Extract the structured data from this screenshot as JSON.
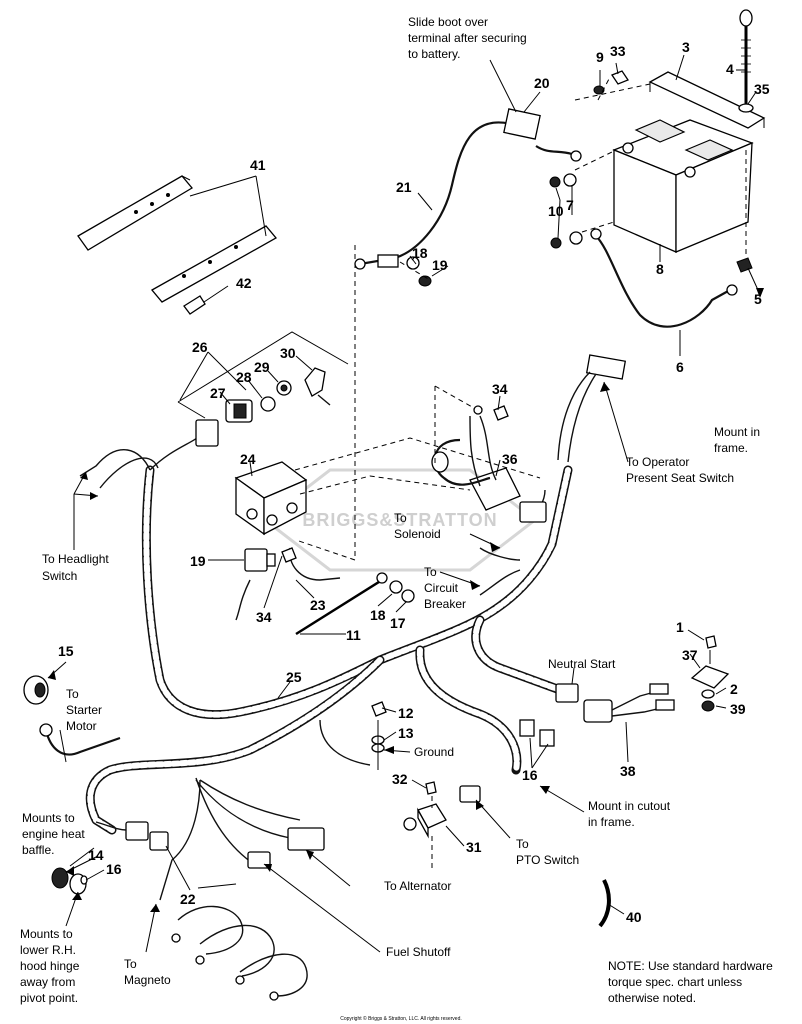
{
  "callouts": {
    "n1": "1",
    "n2": "2",
    "n3": "3",
    "n4": "4",
    "n5": "5",
    "n6": "6",
    "n7": "7",
    "n8": "8",
    "n9": "9",
    "n10": "10",
    "n11": "11",
    "n12": "12",
    "n13": "13",
    "n14": "14",
    "n15": "15",
    "n16a": "16",
    "n16b": "16",
    "n17": "17",
    "n18a": "18",
    "n18b": "18",
    "n19a": "19",
    "n19b": "19",
    "n20": "20",
    "n21": "21",
    "n22": "22",
    "n23": "23",
    "n24": "24",
    "n25": "25",
    "n26": "26",
    "n27": "27",
    "n28": "28",
    "n29": "29",
    "n30": "30",
    "n31": "31",
    "n32": "32",
    "n33": "33",
    "n34a": "34",
    "n34b": "34",
    "n35": "35",
    "n36": "36",
    "n37": "37",
    "n38": "38",
    "n39": "39",
    "n40": "40",
    "n41": "41",
    "n42": "42"
  },
  "labels": {
    "slide_boot": [
      "Slide boot over",
      "terminal after securing",
      "to battery."
    ],
    "mount_frame": [
      "Mount in",
      "frame."
    ],
    "operator_seat": [
      "To Operator",
      "Present Seat Switch"
    ],
    "headlight": [
      "To Headlight",
      "Switch"
    ],
    "solenoid": [
      "To",
      "Solenoid"
    ],
    "circuit_breaker": [
      "To",
      "Circuit",
      "Breaker"
    ],
    "starter_motor": [
      "To",
      "Starter",
      "Motor"
    ],
    "neutral_start": "Neutral Start",
    "ground": "Ground",
    "mount_cutout": [
      "Mount in cutout",
      "in frame."
    ],
    "pto_switch": [
      "To",
      "PTO Switch"
    ],
    "heat_baffle": [
      "Mounts to",
      "engine heat",
      "baffle."
    ],
    "alternator": "To Alternator",
    "hood_hinge": [
      "Mounts to",
      "lower R.H.",
      "hood hinge",
      "away from",
      "pivot point."
    ],
    "magneto": [
      "To",
      "Magneto"
    ],
    "fuel_shutoff": "Fuel Shutoff",
    "note": [
      "NOTE: Use standard hardware",
      "torque spec. chart unless",
      "otherwise noted."
    ]
  },
  "watermark": "BRIGGS&STRATTON",
  "copyright": "Copyright © Briggs & Stratton, LLC. All rights reserved."
}
